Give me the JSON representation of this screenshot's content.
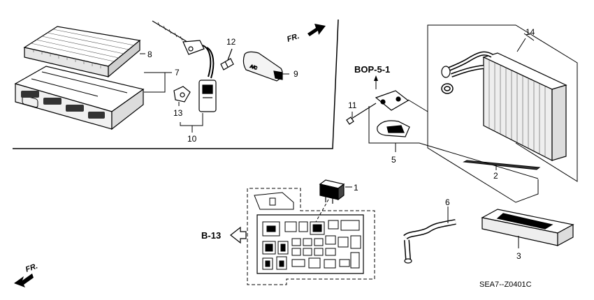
{
  "diagram": {
    "direction_label": "FR.",
    "references": {
      "bop": "BOP-5-1",
      "b13": "B-13"
    },
    "drawing_code": "SEA7--Z0401C",
    "callouts": {
      "c1": "1",
      "c2": "2",
      "c3": "3",
      "c5": "5",
      "c6": "6",
      "c7": "7",
      "c8": "8",
      "c9": "9",
      "c10": "10",
      "c11": "11",
      "c12": "12",
      "c13": "13",
      "c14": "14"
    },
    "relay_label": "A/C"
  }
}
